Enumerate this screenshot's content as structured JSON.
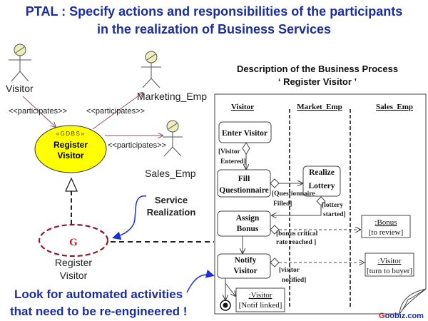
{
  "title": {
    "line1": "PTAL : Specify actions and responsibilities of the participants",
    "line2": "in the realization of Business Services"
  },
  "use_case": {
    "actors": {
      "visitor": "Visitor",
      "marketing": "Marketing_Emp",
      "sales": "Sales_Emp"
    },
    "relations": [
      "<<participates>>",
      "<<participates>>",
      "<<participates>>"
    ],
    "service": {
      "stereotype": "«GDBS»",
      "line1": "Register",
      "line2": "Visitor",
      "fill": "#ffff00"
    },
    "realization": {
      "symbol": "G",
      "line1": "Register",
      "line2": "Visitor",
      "color": "#8b1a2a"
    },
    "callout": {
      "line1": "Service",
      "line2": "Realization"
    }
  },
  "process": {
    "title_line1": "Description of the Business Process",
    "title_line2": "‘ Register Visitor ’",
    "lanes": [
      "Visitor",
      "Market_Emp",
      "Sales_Emp"
    ],
    "activities": {
      "enter": "Enter Visitor",
      "fill1": "Fill",
      "fill2": "Questionnaire",
      "lottery1": "Realize",
      "lottery2": "Lottery",
      "bonus1": "Assign",
      "bonus2": "Bonus",
      "notify1": "Notify",
      "notify2": "Visitor"
    },
    "guards": {
      "visitor_entered1": "[Visitor",
      "visitor_entered2": "Entered]",
      "q_filled1": "[Questionnaire",
      "q_filled2": "Filled]",
      "lottery1": "[lottery",
      "lottery2": "started]",
      "bonus1": "[bonus critical",
      "bonus2": "rate reached ]",
      "notified1": "[visitor",
      "notified2": "notified]"
    },
    "objects": {
      "bonus_name": ":Bonus",
      "bonus_state": "[to review]",
      "buyer_name": ":Visitor",
      "buyer_state": "[turn to buyer]",
      "linked_name": ":Visitor",
      "linked_state": "[Notif linked]"
    }
  },
  "footer": {
    "line1": "Look for automated activities",
    "line2": "that need to be re-engineered !",
    "brand_g": "G",
    "brand_rest": "oobiz.com"
  }
}
